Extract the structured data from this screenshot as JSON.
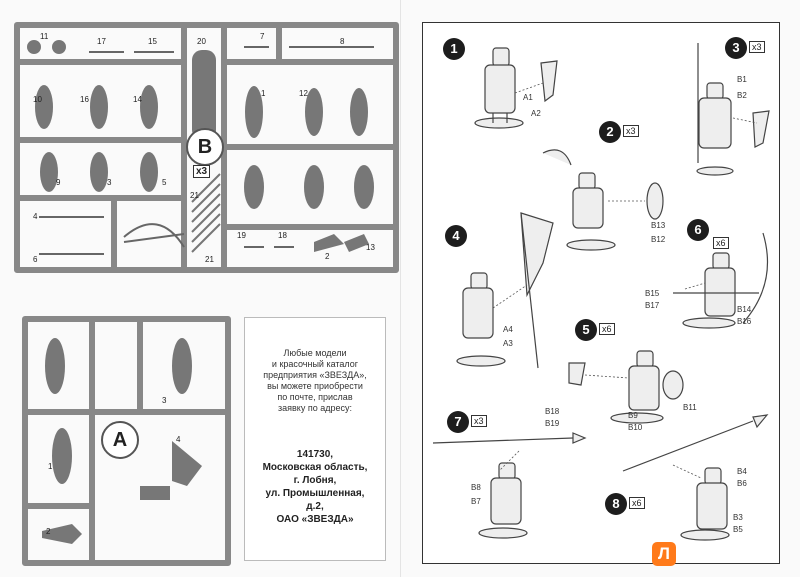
{
  "sprue_b": {
    "letter": "B",
    "multiplier": "x3",
    "part_numbers": [
      "11",
      "17",
      "15",
      "20",
      "7",
      "8",
      "10",
      "16",
      "14",
      "1",
      "12",
      "9",
      "3",
      "5",
      "4",
      "6",
      "19",
      "18",
      "2",
      "13",
      "21",
      "21"
    ]
  },
  "sprue_a": {
    "letter": "A",
    "part_numbers": [
      "3",
      "4",
      "1",
      "2"
    ]
  },
  "info_box": {
    "lines": [
      "Любые модели",
      "и красочный каталог",
      "предприятия «ЗВЕЗДА»,",
      "вы можете приобрести",
      "по почте, прислав",
      "заявку по адресу:"
    ],
    "address": [
      "141730,",
      "Московская область,",
      "г. Лобня,",
      "ул. Промышленная,",
      "д.2,",
      "ОАО «ЗВЕЗДА»"
    ]
  },
  "steps": [
    {
      "number": "1",
      "multiplier": "",
      "parts": [
        "A1",
        "A2"
      ]
    },
    {
      "number": "2",
      "multiplier": "x3",
      "parts": [
        "B13",
        "B12"
      ]
    },
    {
      "number": "3",
      "multiplier": "x3",
      "parts": [
        "B1",
        "B2"
      ]
    },
    {
      "number": "4",
      "multiplier": "",
      "parts": [
        "A4",
        "A3"
      ]
    },
    {
      "number": "5",
      "multiplier": "x6",
      "parts": [
        "B18",
        "B19",
        "B9",
        "B10",
        "B11"
      ]
    },
    {
      "number": "6",
      "multiplier": "x6",
      "parts": [
        "B15",
        "B17",
        "B14",
        "B16"
      ]
    },
    {
      "number": "7",
      "multiplier": "x3",
      "parts": [
        "B8",
        "B7"
      ]
    },
    {
      "number": "8",
      "multiplier": "x6",
      "parts": [
        "B4",
        "B6",
        "B3",
        "B5"
      ]
    }
  ],
  "watermark": {
    "logo_letter": "Л",
    "text": ""
  }
}
